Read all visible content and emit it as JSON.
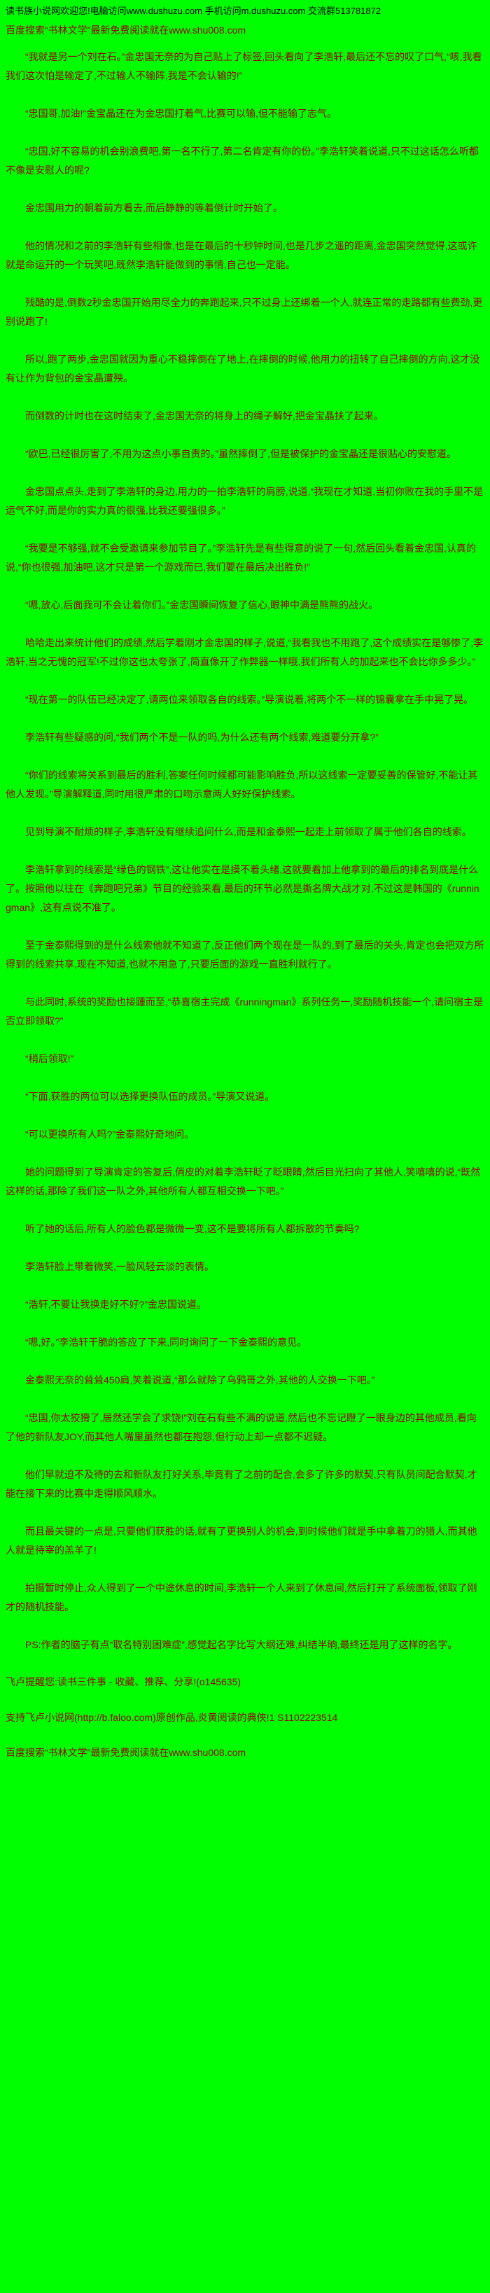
{
  "colors": {
    "background": "#00ff00",
    "body_text": "#990000",
    "header_text": "#000000"
  },
  "header": {
    "site_notice": "读书族小说网欢迎您!电脑访问www.dushuzu.com 手机访问m.dushuzu.com 交流群513781872"
  },
  "banners": {
    "top": "百度搜索“书林文学”最新免费阅读就在www.shu008.com",
    "bottom": "百度搜索“书林文学”最新免费阅读就在www.shu008.com"
  },
  "content": {
    "paragraphs": [
      "“我就是另一个刘在石。”金忠国无奈的为自己贴上了标签,回头看向了李浩轩,最后还不忘的叹了口气,“咳,我看我们这次怕是输定了,不过输人不输阵,我是不会认输的!”",
      "“忠国哥,加油!”金宝晶还在为金忠国打着气,比赛可以输,但不能输了志气。",
      "“忠国,好不容易的机会别浪费吧,第一名不行了,第二名肯定有你的份。”李浩轩笑着说道,只不过这话怎么听都不像是安慰人的呢?",
      "金忠国用力的朝着前方看去,而后静静的等着倒计时开始了。",
      "他的情况和之前的李浩轩有些相像,也是在最后的十秒钟时间,也是几步之遥的距离,金忠国突然觉得,这或许就是命运开的一个玩笑吧,既然李浩轩能做到的事情,自己也一定能。",
      "残酷的是,倒数2秒金忠国开始用尽全力的奔跑起来,只不过身上还绑着一个人,就连正常的走路都有些费劲,更别说跑了!",
      "所以,跑了两步,金忠国就因为重心不稳摔倒在了地上,在摔倒的时候,他用力的扭转了自己摔倒的方向,这才没有让作为背包的金宝晶遭殃。",
      "而倒数的计时也在这时结束了,金忠国无奈的将身上的绳子解好,把金宝晶扶了起来。",
      "“欧巴,已经很厉害了,不用为这点小事自责的。”虽然摔倒了,但是被保护的金宝晶还是很贴心的安慰道。",
      "金忠国点点头,走到了李浩轩的身边,用力的一拍李浩轩的肩膀,说道,“我现在才知道,当初你败在我的手里不是运气不好,而是你的实力真的很强,比我还要强很多。”",
      "“我要是不够强,就不会受邀请来参加节目了。”李浩轩先是有些得意的说了一句,然后回头看着金忠国,认真的说,“你也很强,加油吧,这才只是第一个游戏而已,我们要在最后决出胜负!”",
      "“嗯,放心,后面我可不会让着你们。”金忠国瞬间恢复了信心,眼神中满是熊熊的战火。",
      "哈哈走出来统计他们的成绩,然后学着刚才金忠国的样子,说道,“我看我也不用跑了,这个成绩实在是够惨了,李浩轩,当之无愧的冠军!不过你这也太夸张了,简直像开了作弊器一样哦,我们所有人的加起来也不会比你多多少。”",
      "“现在第一的队伍已经决定了,请两位来领取各自的线索。”导演说着,将两个不一样的锦囊拿在手中晃了晃。",
      "李浩轩有些疑惑的问,“我们两个不是一队的吗,为什么还有两个线索,难道要分开拿?”",
      "“你们的线索将关系到最后的胜利,答案任何时候都可能影响胜负,所以这线索一定要妥善的保管好,不能让其他人发现。”导演解释道,同时用很严肃的口吻示意两人好好保护线索。",
      "见到导演不耐烦的样子,李浩轩没有继续追问什么,而是和金泰熙一起走上前领取了属于他们各自的线索。",
      "李浩轩拿到的线索是“绿色的钢铁”,这让他实在是摸不着头绪,这就要看加上他拿到的最后的排名到底是什么了。按照他以往在《奔跑吧兄弟》节目的经验来看,最后的环节必然是撕名牌大战才对,不过这是韩国的《runningman》,这有点说不准了。",
      "至于金泰熙得到的是什么线索他就不知道了,反正他们两个现在是一队的,到了最后的关头,肯定也会把双方所得到的线索共享,现在不知道,也就不用急了,只要后面的游戏一直胜利就行了。",
      "与此同时,系统的奖励也接踵而至,“恭喜宿主完成《runningman》系列任务一,奖励随机技能一个,请问宿主是否立即领取?”",
      "“稍后领取!”",
      "“下面,获胜的两位可以选择更换队伍的成员。”导演又说道。",
      "“可以更换所有人吗?”金泰熙好奇地问。",
      "她的问题得到了导演肯定的答复后,俏皮的对着李浩轩眨了眨眼睛,然后目光扫向了其他人,笑嘻嘻的说,“既然这样的话,那除了我们这一队之外,其他所有人都互相交换一下吧。”",
      "听了她的话后,所有人的脸色都是微微一变,这不是要将所有人都拆散的节奏吗?",
      "李浩轩脸上带着微笑,一脸风轻云淡的表情。",
      "“浩轩,不要让我换走好不好?”金忠国说道。",
      "“嗯,好。”李浩轩干脆的答应了下来,同时询问了一下金泰熙的意见。",
      "金泰熙无奈的耸耸450肩,笑着说道,“那么就除了乌鸦哥之外,其他的人交换一下吧。”",
      "“忠国,你太狡猾了,居然还学会了求饶!”刘在石有些不满的说道,然后也不忘记瞪了一眼身边的其他成员,看向了他的新队友JOY,而其他人嘴里虽然也都在抱怨,但行动上却一点都不迟疑。",
      "他们早就迫不及待的去和新队友打好关系,毕竟有了之前的配合,会多了许多的默契,只有队员间配合默契,才能在接下来的比赛中走得顺风顺水。",
      "而且最关键的一点是,只要他们获胜的话,就有了更换别人的机会,到时候他们就是手中拿着刀的猎人,而其他人就是待宰的羔羊了!",
      "拍摄暂时停止,众人得到了一个中途休息的时间,李浩轩一个人来到了休息间,然后打开了系统面板,领取了刚才的随机技能。",
      "PS:作者的脑子有点“取名特别困难症”,感觉起名字比写大纲还难,纠结半晌,最终还是用了这样的名字。"
    ]
  },
  "footer": {
    "reminder": "飞卢提醒您:读书三件事 - 收藏、推荐、分享!(o145635)",
    "support": "支持飞卢小说网(http://b.faloo.com)原创作品,炎黄阅读的典侠!1 S1102223514"
  }
}
